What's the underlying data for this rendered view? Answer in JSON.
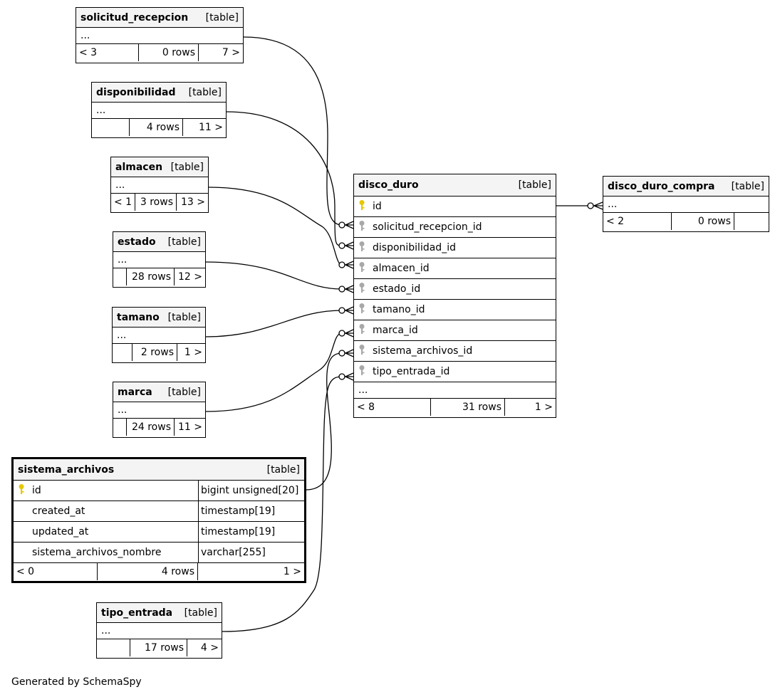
{
  "diagram": {
    "kind_label": "[table]",
    "credit": "Generated by SchemaSpy",
    "colors": {
      "primary_key": "#e6c800",
      "foreign_key": "#a8a8a8",
      "header_bg": "#f4f4f4"
    },
    "tables": {
      "solicitud_recepcion": {
        "name": "solicitud_recepcion",
        "cols": "...",
        "left": "< 3",
        "rows": "0 rows",
        "right": "7 >"
      },
      "disponibilidad": {
        "name": "disponibilidad",
        "cols": "...",
        "left": "",
        "rows": "4 rows",
        "right": "11 >"
      },
      "almacen": {
        "name": "almacen",
        "cols": "...",
        "left": "< 1",
        "rows": "3 rows",
        "right": "13 >"
      },
      "estado": {
        "name": "estado",
        "cols": "...",
        "left": "",
        "rows": "28 rows",
        "right": "12 >"
      },
      "tamano": {
        "name": "tamano",
        "cols": "...",
        "left": "",
        "rows": "2 rows",
        "right": "1 >"
      },
      "marca": {
        "name": "marca",
        "cols": "...",
        "left": "",
        "rows": "24 rows",
        "right": "11 >"
      },
      "tipo_entrada": {
        "name": "tipo_entrada",
        "cols": "...",
        "left": "",
        "rows": "17 rows",
        "right": "4 >"
      },
      "disco_duro_compra": {
        "name": "disco_duro_compra",
        "cols": "...",
        "left": "< 2",
        "rows": "0 rows",
        "right": ""
      },
      "sistema_archivos": {
        "name": "sistema_archivos",
        "columns": [
          {
            "name": "id",
            "type": "bigint unsigned[20]",
            "key": "primary-key-icon"
          },
          {
            "name": "created_at",
            "type": "timestamp[19]",
            "key": ""
          },
          {
            "name": "updated_at",
            "type": "timestamp[19]",
            "key": ""
          },
          {
            "name": "sistema_archivos_nombre",
            "type": "varchar[255]",
            "key": ""
          }
        ],
        "left": "< 0",
        "rows": "4 rows",
        "right": "1 >"
      },
      "disco_duro": {
        "name": "disco_duro",
        "columns": [
          {
            "name": "id",
            "key": "primary-key-icon"
          },
          {
            "name": "solicitud_recepcion_id",
            "key": "foreign-key-icon"
          },
          {
            "name": "disponibilidad_id",
            "key": "foreign-key-icon"
          },
          {
            "name": "almacen_id",
            "key": "foreign-key-icon"
          },
          {
            "name": "estado_id",
            "key": "foreign-key-icon"
          },
          {
            "name": "tamano_id",
            "key": "foreign-key-icon"
          },
          {
            "name": "marca_id",
            "key": "foreign-key-icon"
          },
          {
            "name": "sistema_archivos_id",
            "key": "foreign-key-icon"
          },
          {
            "name": "tipo_entrada_id",
            "key": "foreign-key-icon"
          }
        ],
        "cols": "...",
        "left": "< 8",
        "rows": "31 rows",
        "right": "1 >"
      }
    }
  }
}
